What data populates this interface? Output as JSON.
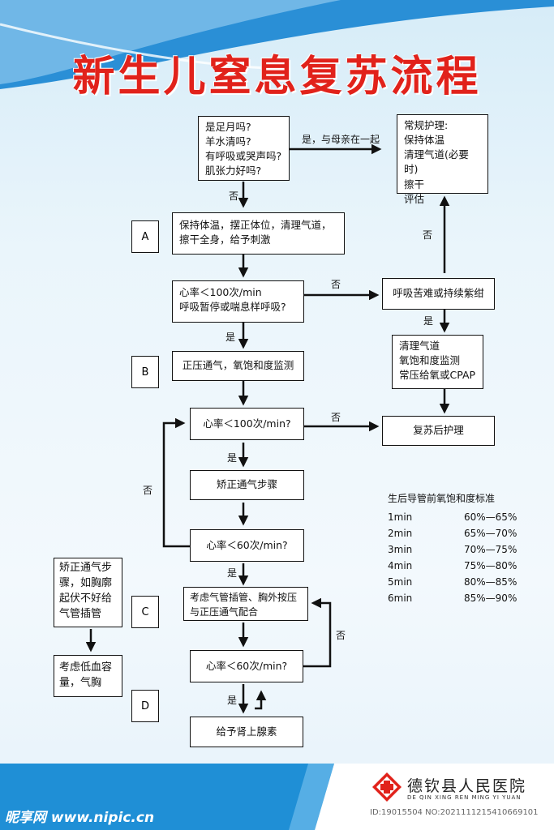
{
  "title": "新生儿窒息复苏流程",
  "nodes": {
    "q1": [
      "是足月吗?",
      "羊水清吗?",
      "有呼吸或哭声吗?",
      "肌张力好吗?"
    ],
    "routine": [
      "常规护理:",
      "保持体温",
      "清理气道(必要时)",
      "擦干",
      "评估"
    ],
    "stepA": [
      "保持体温，摆正体位，清理气道，",
      "擦干全身，给予刺激"
    ],
    "q2": [
      "心率＜100次/min",
      "呼吸暂停或喘息样呼吸?"
    ],
    "breathing": "呼吸苦难或持续紫绀",
    "clearAirway": [
      "清理气道",
      "氧饱和度监测",
      "常压给氧或CPAP"
    ],
    "stepB": "正压通气，氧饱和度监测",
    "q3": "心率＜100次/min?",
    "postResus": "复苏后护理",
    "correctVent": "矫正通气步骤",
    "q4": "心率＜60次/min?",
    "sideCorrect": [
      "矫正通气步",
      "骤，如胸廓",
      "起伏不好给",
      "气管插管"
    ],
    "sideConsider": [
      "考虑低血容",
      "量，气胸"
    ],
    "stepC": [
      "考虑气管插管、胸外按压",
      "与正压通气配合"
    ],
    "q5": "心率＜60次/min?",
    "epinephrine": "给予肾上腺素"
  },
  "labels": {
    "yesWithMother": "是，与母亲在一起",
    "no": "否",
    "yes": "是"
  },
  "stages": [
    "A",
    "B",
    "C",
    "D"
  ],
  "spo2": {
    "title": "生后导管前氧饱和度标准",
    "rows": [
      {
        "time": "1min",
        "range": "60%—65%"
      },
      {
        "time": "2min",
        "range": "65%—70%"
      },
      {
        "time": "3min",
        "range": "70%—75%"
      },
      {
        "time": "4min",
        "range": "75%—80%"
      },
      {
        "time": "5min",
        "range": "80%—85%"
      },
      {
        "time": "6min",
        "range": "85%—90%"
      }
    ]
  },
  "footer": {
    "hospital": "德钦县人民医院",
    "hospital_en": "DE QIN XING REN MING YI YUAN",
    "watermark": "昵享网 www.nipic.cn",
    "id": "ID:19015504 NO:20211112154106691​01"
  },
  "colors": {
    "title": "#e1221b",
    "band": "#1f8fd6",
    "accent": "#e1221b"
  }
}
